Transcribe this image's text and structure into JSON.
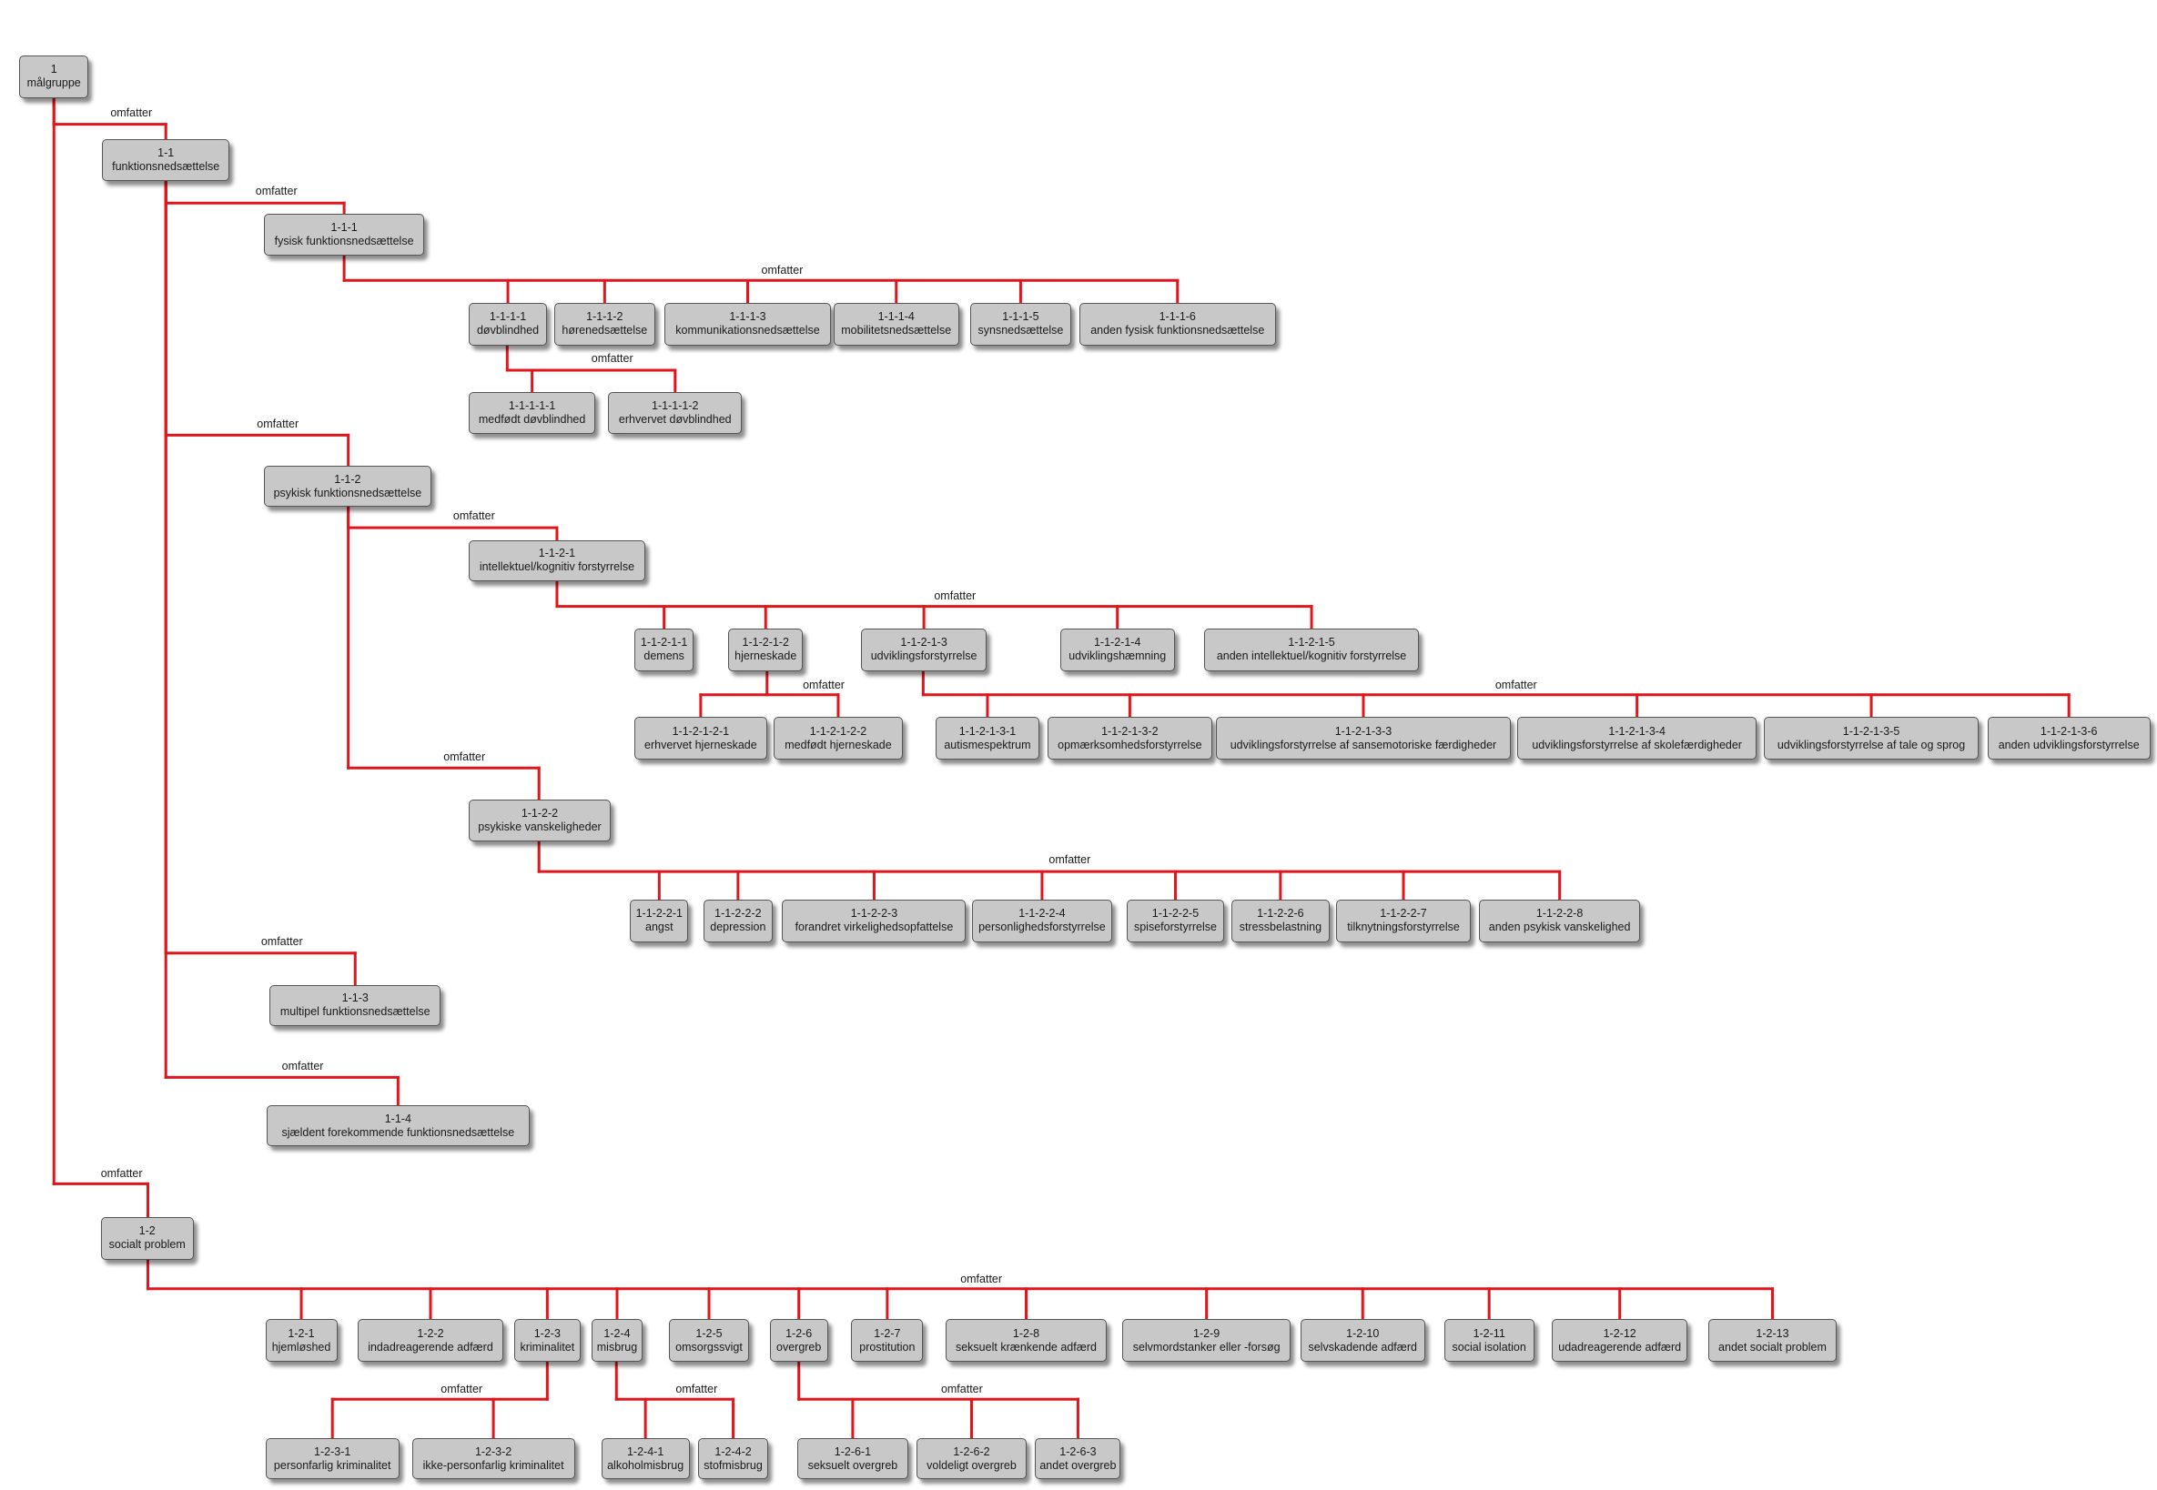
{
  "diagram": {
    "line_color": "#e0161c",
    "node_fill": "#c8c8c8",
    "node_border": "#555555",
    "relation_label": "omfatter",
    "nodes": [
      {
        "id": "1",
        "label": "målgruppe"
      },
      {
        "id": "1-1",
        "label": "funktionsnedsættelse"
      },
      {
        "id": "1-1-1",
        "label": "fysisk funktionsnedsættelse"
      },
      {
        "id": "1-1-1-1",
        "label": "døvblindhed"
      },
      {
        "id": "1-1-1-2",
        "label": "hørenedsættelse"
      },
      {
        "id": "1-1-1-3",
        "label": "kommunikationsnedsættelse"
      },
      {
        "id": "1-1-1-4",
        "label": "mobilitetsnedsættelse"
      },
      {
        "id": "1-1-1-5",
        "label": "synsnedsættelse"
      },
      {
        "id": "1-1-1-6",
        "label": "anden fysisk funktionsnedsættelse"
      },
      {
        "id": "1-1-1-1-1",
        "label": "medfødt døvblindhed"
      },
      {
        "id": "1-1-1-1-2",
        "label": "erhvervet døvblindhed"
      },
      {
        "id": "1-1-2",
        "label": "psykisk funktionsnedsættelse"
      },
      {
        "id": "1-1-2-1",
        "label": "intellektuel/kognitiv forstyrrelse"
      },
      {
        "id": "1-1-2-1-1",
        "label": "demens"
      },
      {
        "id": "1-1-2-1-2",
        "label": "hjerneskade"
      },
      {
        "id": "1-1-2-1-3",
        "label": "udviklingsforstyrrelse"
      },
      {
        "id": "1-1-2-1-4",
        "label": "udviklingshæmning"
      },
      {
        "id": "1-1-2-1-5",
        "label": "anden intellektuel/kognitiv forstyrrelse"
      },
      {
        "id": "1-1-2-1-2-1",
        "label": "erhvervet hjerneskade"
      },
      {
        "id": "1-1-2-1-2-2",
        "label": "medfødt hjerneskade"
      },
      {
        "id": "1-1-2-1-3-1",
        "label": "autismespektrum"
      },
      {
        "id": "1-1-2-1-3-2",
        "label": "opmærksomhedsforstyrrelse"
      },
      {
        "id": "1-1-2-1-3-3",
        "label": "udviklingsforstyrrelse af sansemotoriske færdigheder"
      },
      {
        "id": "1-1-2-1-3-4",
        "label": "udviklingsforstyrrelse af skolefærdigheder"
      },
      {
        "id": "1-1-2-1-3-5",
        "label": "udviklingsforstyrrelse af tale og sprog"
      },
      {
        "id": "1-1-2-1-3-6",
        "label": "anden udviklingsforstyrrelse"
      },
      {
        "id": "1-1-2-2",
        "label": "psykiske vanskeligheder"
      },
      {
        "id": "1-1-2-2-1",
        "label": "angst"
      },
      {
        "id": "1-1-2-2-2",
        "label": "depression"
      },
      {
        "id": "1-1-2-2-3",
        "label": "forandret virkelighedsopfattelse"
      },
      {
        "id": "1-1-2-2-4",
        "label": "personlighedsforstyrrelse"
      },
      {
        "id": "1-1-2-2-5",
        "label": "spiseforstyrrelse"
      },
      {
        "id": "1-1-2-2-6",
        "label": "stressbelastning"
      },
      {
        "id": "1-1-2-2-7",
        "label": "tilknytningsforstyrrelse"
      },
      {
        "id": "1-1-2-2-8",
        "label": "anden psykisk vanskelighed"
      },
      {
        "id": "1-1-3",
        "label": "multipel funktionsnedsættelse"
      },
      {
        "id": "1-1-4",
        "label": "sjældent forekommende funktionsnedsættelse"
      },
      {
        "id": "1-2",
        "label": "socialt problem"
      },
      {
        "id": "1-2-1",
        "label": "hjemløshed"
      },
      {
        "id": "1-2-2",
        "label": "indadreagerende adfærd"
      },
      {
        "id": "1-2-3",
        "label": "kriminalitet"
      },
      {
        "id": "1-2-4",
        "label": "misbrug"
      },
      {
        "id": "1-2-5",
        "label": "omsorgssvigt"
      },
      {
        "id": "1-2-6",
        "label": "overgreb"
      },
      {
        "id": "1-2-7",
        "label": "prostitution"
      },
      {
        "id": "1-2-8",
        "label": "seksuelt krænkende adfærd"
      },
      {
        "id": "1-2-9",
        "label": "selvmordstanker eller -forsøg"
      },
      {
        "id": "1-2-10",
        "label": "selvskadende adfærd"
      },
      {
        "id": "1-2-11",
        "label": "social isolation"
      },
      {
        "id": "1-2-12",
        "label": "udadreagerende adfærd"
      },
      {
        "id": "1-2-13",
        "label": "andet socialt problem"
      },
      {
        "id": "1-2-3-1",
        "label": "personfarlig kriminalitet"
      },
      {
        "id": "1-2-3-2",
        "label": "ikke-personfarlig kriminalitet"
      },
      {
        "id": "1-2-4-1",
        "label": "alkoholmisbrug"
      },
      {
        "id": "1-2-4-2",
        "label": "stofmisbrug"
      },
      {
        "id": "1-2-6-1",
        "label": "seksuelt overgreb"
      },
      {
        "id": "1-2-6-2",
        "label": "voldeligt overgreb"
      },
      {
        "id": "1-2-6-3",
        "label": "andet overgreb"
      }
    ],
    "relations": [
      {
        "parent": "1",
        "children": [
          "1-1"
        ]
      },
      {
        "parent": "1-1",
        "children": [
          "1-1-1"
        ]
      },
      {
        "parent": "1-1-1",
        "children": [
          "1-1-1-1",
          "1-1-1-2",
          "1-1-1-3",
          "1-1-1-4",
          "1-1-1-5",
          "1-1-1-6"
        ]
      },
      {
        "parent": "1-1-1-1",
        "children": [
          "1-1-1-1-1",
          "1-1-1-1-2"
        ]
      },
      {
        "parent": "1-1",
        "children": [
          "1-1-2"
        ]
      },
      {
        "parent": "1-1-2",
        "children": [
          "1-1-2-1"
        ]
      },
      {
        "parent": "1-1-2-1",
        "children": [
          "1-1-2-1-1",
          "1-1-2-1-2",
          "1-1-2-1-3",
          "1-1-2-1-4",
          "1-1-2-1-5"
        ]
      },
      {
        "parent": "1-1-2-1-2",
        "children": [
          "1-1-2-1-2-1",
          "1-1-2-1-2-2"
        ]
      },
      {
        "parent": "1-1-2-1-3",
        "children": [
          "1-1-2-1-3-1",
          "1-1-2-1-3-2",
          "1-1-2-1-3-3",
          "1-1-2-1-3-4",
          "1-1-2-1-3-5",
          "1-1-2-1-3-6"
        ]
      },
      {
        "parent": "1-1-2",
        "children": [
          "1-1-2-2"
        ]
      },
      {
        "parent": "1-1-2-2",
        "children": [
          "1-1-2-2-1",
          "1-1-2-2-2",
          "1-1-2-2-3",
          "1-1-2-2-4",
          "1-1-2-2-5",
          "1-1-2-2-6",
          "1-1-2-2-7",
          "1-1-2-2-8"
        ]
      },
      {
        "parent": "1-1",
        "children": [
          "1-1-3"
        ]
      },
      {
        "parent": "1-1",
        "children": [
          "1-1-4"
        ]
      },
      {
        "parent": "1",
        "children": [
          "1-2"
        ]
      },
      {
        "parent": "1-2",
        "children": [
          "1-2-1",
          "1-2-2",
          "1-2-3",
          "1-2-4",
          "1-2-5",
          "1-2-6",
          "1-2-7",
          "1-2-8",
          "1-2-9",
          "1-2-10",
          "1-2-11",
          "1-2-12",
          "1-2-13"
        ]
      },
      {
        "parent": "1-2-3",
        "children": [
          "1-2-3-1",
          "1-2-3-2"
        ]
      },
      {
        "parent": "1-2-4",
        "children": [
          "1-2-4-1",
          "1-2-4-2"
        ]
      },
      {
        "parent": "1-2-6",
        "children": [
          "1-2-6-1",
          "1-2-6-2",
          "1-2-6-3"
        ]
      }
    ]
  }
}
